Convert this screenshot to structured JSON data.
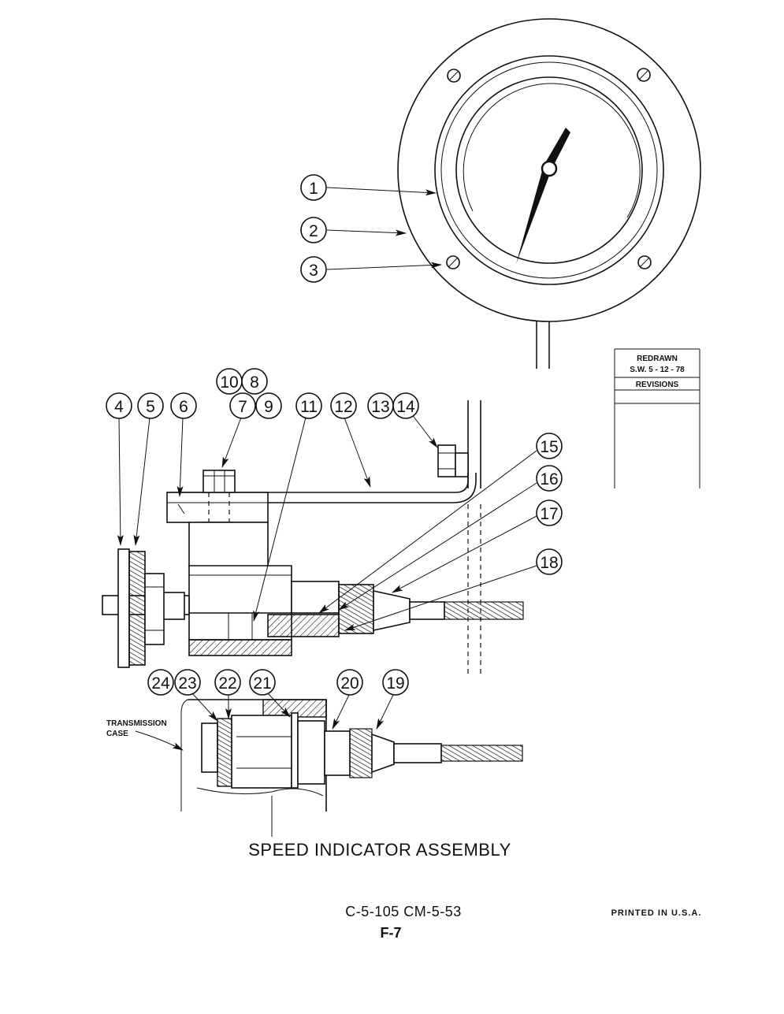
{
  "callouts": [
    {
      "num": "1"
    },
    {
      "num": "2"
    },
    {
      "num": "3"
    },
    {
      "num": "4"
    },
    {
      "num": "5"
    },
    {
      "num": "6"
    },
    {
      "num": "10"
    },
    {
      "num": "8"
    },
    {
      "num": "7"
    },
    {
      "num": "9"
    },
    {
      "num": "11"
    },
    {
      "num": "12"
    },
    {
      "num": "13"
    },
    {
      "num": "14"
    },
    {
      "num": "15"
    },
    {
      "num": "16"
    },
    {
      "num": "17"
    },
    {
      "num": "18"
    },
    {
      "num": "24"
    },
    {
      "num": "23"
    },
    {
      "num": "22"
    },
    {
      "num": "21"
    },
    {
      "num": "20"
    },
    {
      "num": "19"
    }
  ],
  "labels": {
    "transmission_line1": "TRANSMISSION",
    "transmission_line2": "CASE"
  },
  "revision_box": {
    "line1": "REDRAWN",
    "line2": "S.W. 5 - 12 - 78",
    "line3": "REVISIONS"
  },
  "title": "SPEED INDICATOR ASSEMBLY",
  "doc_code": "C-5-105  CM-5-53",
  "page_number": "F-7",
  "printed": "PRINTED IN U.S.A."
}
